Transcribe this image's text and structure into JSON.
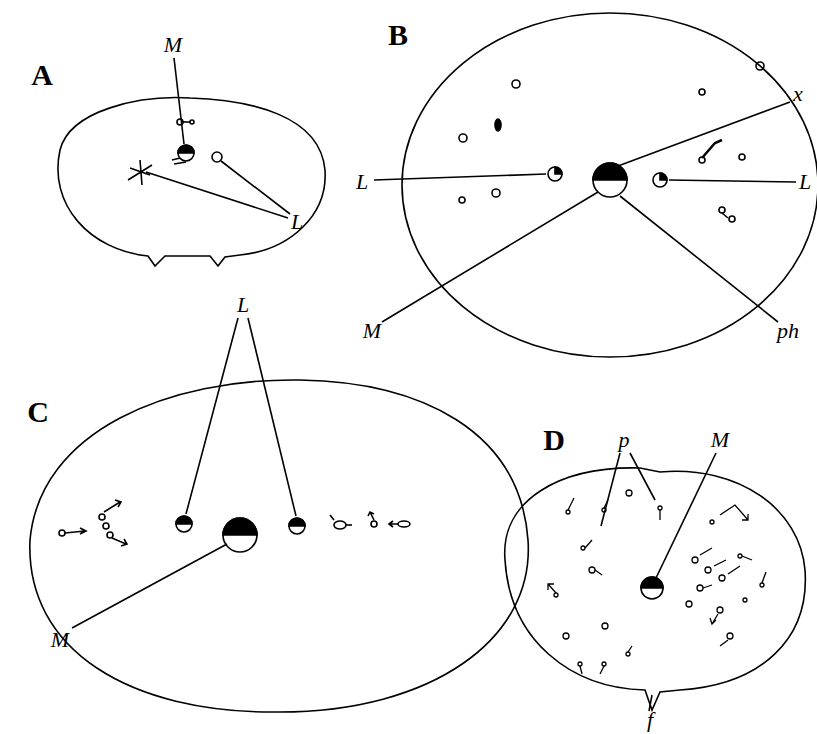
{
  "diagram": {
    "labels": [
      "A",
      "M",
      "L",
      "B",
      "x",
      "L",
      "L",
      "M",
      "ph",
      "C",
      "L",
      "M",
      "D",
      "p",
      "M",
      "f"
    ]
  }
}
